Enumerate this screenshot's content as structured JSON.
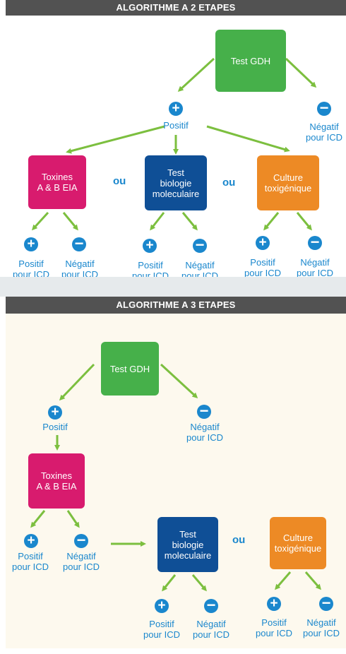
{
  "algo2": {
    "title": "ALGORITHME A 2 ETAPES",
    "test_gdh": "Test GDH",
    "plus": "+",
    "minus": "−",
    "positif": "Positif",
    "negatif_icd": "Négatif\npour ICD",
    "toxines": "Toxines\nA & B EIA",
    "test_bio": "Test\nbiologie\nmoleculaire",
    "culture": "Culture\ntoxigénique",
    "ou": "ou",
    "pos_icd": "Positif\npour ICD",
    "neg_icd": "Négatif\npour ICD"
  },
  "algo3": {
    "title": "ALGORITHME A 3 ETAPES",
    "test_gdh": "Test GDH",
    "plus": "+",
    "minus": "−",
    "positif": "Positif",
    "negatif_icd": "Négatif\npour ICD",
    "toxines": "Toxines\nA & B EIA",
    "test_bio": "Test\nbiologie\nmoleculaire",
    "culture": "Culture\ntoxigénique",
    "ou": "ou",
    "pos_icd": "Positif\npour ICD",
    "neg_icd": "Négatif\npour ICD"
  },
  "colors": {
    "header": "#525252",
    "test_gdh": "#46b04a",
    "toxines": "#d81b6e",
    "test_bio": "#0f4f96",
    "culture": "#ed8a25",
    "arrow": "#7cbf3f",
    "icon_blue": "#1a87cd",
    "panel2_bg": "#fdf9ee"
  }
}
